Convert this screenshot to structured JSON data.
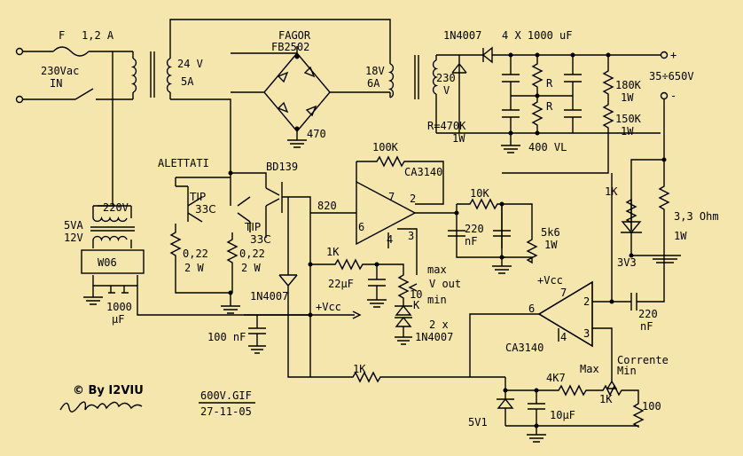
{
  "labels": {
    "fuse": "F",
    "fuse_rating": "1,2 A",
    "mains": "230Vac",
    "mains_in": "IN",
    "t1_secondary_v": "24 V",
    "t1_secondary_a": "5A",
    "bridge_brand": "FAGOR",
    "bridge_part": "FB2502",
    "bridge_cap": "470",
    "t2_primary_v": "18V",
    "t2_primary_a": "6A",
    "t2_secondary": "230",
    "t2_secondary_unit": "V",
    "rect_diode": "1N4007",
    "caps": "4 X 1000 uF",
    "r_balance_1": "R",
    "r_balance_2": "R",
    "r_value": "R=470K",
    "r_value_w": "1W",
    "cap_voltage": "400 VL",
    "out_plus": "+",
    "out_minus": "-",
    "out_range": "35÷650V",
    "r180k": "180K",
    "r180k_w": "1W",
    "r150k": "150K",
    "r150k_w": "1W",
    "r100k": "100K",
    "opamp1": "CA3140",
    "heatsink": "ALETTATI",
    "bd139": "BD139",
    "tip1": "TIP",
    "tip1_num": "33C",
    "tip2": "TIP",
    "tip2_num": "33C",
    "r820": "820",
    "r10k": "10K",
    "pin7a": "7",
    "pin2a": "2",
    "pin6a": "6",
    "pin4a": "4",
    "pin3a": "3",
    "c220a": "220",
    "c220a_unit": "nF",
    "r5k6": "5k6",
    "r5k6_w": "1W",
    "r1k_right": "1K",
    "r3_3": "3,3 Ohm",
    "r3_3_w": "1W",
    "zener_3v3": "3V3",
    "t3_va": "5VA",
    "t3_v": "12V",
    "t3_primary": "220V",
    "bridge_w06": "W06",
    "c1000": "1000",
    "c1000_unit": "µF",
    "re1": "0,22",
    "re1_w": "2 W",
    "re2": "0,22",
    "re2_w": "2 W",
    "r1k_mid": "1K",
    "c22": "22µF",
    "pot_max": "max",
    "pot_vout": "V out",
    "pot_10": "10",
    "pot_min": "min",
    "pot_k": "K",
    "diodes_2x": "2 x",
    "diodes_2x_part": "1N4007",
    "d_1n4007": "1N4007",
    "vcc1": "+Vcc",
    "c100n": "100 nF",
    "vcc2": "+Vcc",
    "pin7b": "7",
    "pin6b": "6",
    "pin2b": "2",
    "pin4b": "4",
    "pin3b": "3",
    "opamp2": "CA3140",
    "c220b": "220",
    "c220b_unit": "nF",
    "corrente": "Corrente",
    "cur_max": "Max",
    "cur_min": "Min",
    "r1k_bottom": "1K",
    "r4k7": "4K7",
    "pot1k": "1K",
    "r100": "100",
    "c10": "10µF",
    "zener_5v1": "5V1",
    "copyright": "©  By I2VIU",
    "file_name": "600V.GIF",
    "file_date": "27-11-05"
  }
}
